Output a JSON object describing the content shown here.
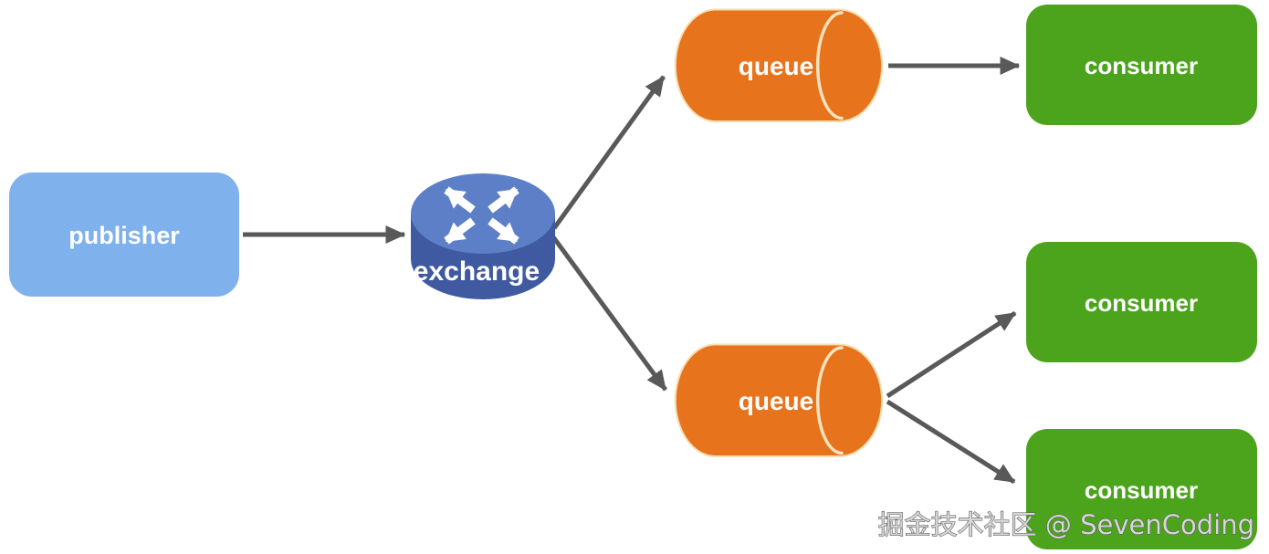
{
  "diagram": {
    "type": "message-flow-diagram",
    "topic": "publisher-exchange-queue-consumer fanout",
    "nodes": {
      "publisher": {
        "label": "publisher",
        "shape": "rounded-rect",
        "color": "#7fb1ec"
      },
      "exchange": {
        "label": "exchange",
        "shape": "router-cylinder",
        "top_color": "#5c7fc7",
        "side_color": "#3f5aa1",
        "arrow_glyph_color": "#ffffff"
      },
      "queue_top": {
        "label": "queue",
        "shape": "horizontal-cylinder",
        "color": "#e7731c",
        "cap_line_color": "#f8e2bc"
      },
      "queue_bottom": {
        "label": "queue",
        "shape": "horizontal-cylinder",
        "color": "#e7731c",
        "cap_line_color": "#f8e2bc"
      },
      "consumer_top": {
        "label": "consumer",
        "shape": "rounded-rect",
        "color": "#4ca41d"
      },
      "consumer_middle": {
        "label": "consumer",
        "shape": "rounded-rect",
        "color": "#4ca41d"
      },
      "consumer_bottom": {
        "label": "consumer",
        "shape": "rounded-rect",
        "color": "#4ca41d"
      }
    },
    "edges": [
      {
        "from": "publisher",
        "to": "exchange"
      },
      {
        "from": "exchange",
        "to": "queue_top"
      },
      {
        "from": "exchange",
        "to": "queue_bottom"
      },
      {
        "from": "queue_top",
        "to": "consumer_top"
      },
      {
        "from": "queue_bottom",
        "to": "consumer_middle"
      },
      {
        "from": "queue_bottom",
        "to": "consumer_bottom"
      }
    ],
    "edge_color": "#595959",
    "label_text_color": "#ffffff",
    "watermark": "掘金技术社区 @ SevenCoding"
  }
}
